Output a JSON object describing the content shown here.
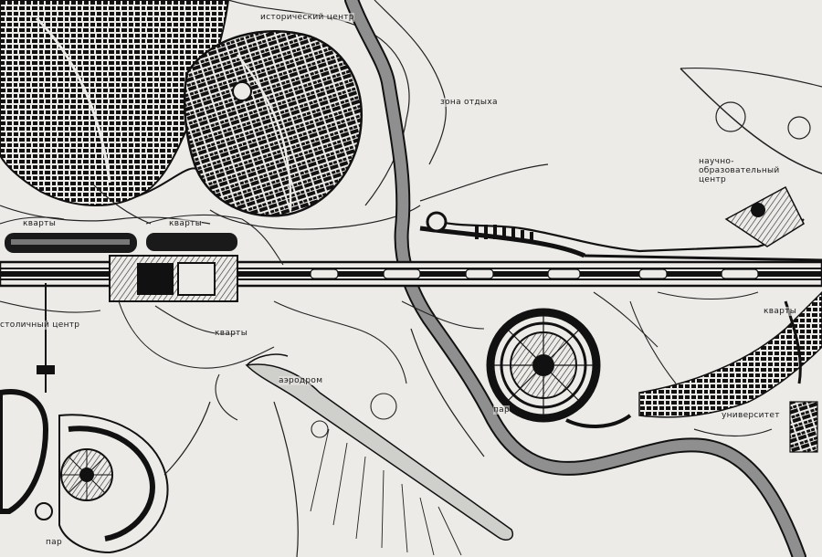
{
  "labels": {
    "historic_center": "исторический центр",
    "rest_zone": "зона отдыха",
    "science_center": "научно-образовательный центр",
    "quarters_1": "кварты",
    "quarters_2": "кварты",
    "quarters_3": "кварты",
    "quarters_4": "кварты",
    "capital_center": "столичный центр",
    "airport": "аэродром",
    "park_1": "пар",
    "park_2": "пар",
    "univ_center": "университет"
  },
  "colors": {
    "ink": "#111111",
    "paper": "#ecebe8",
    "river": "#8f8f8f"
  }
}
